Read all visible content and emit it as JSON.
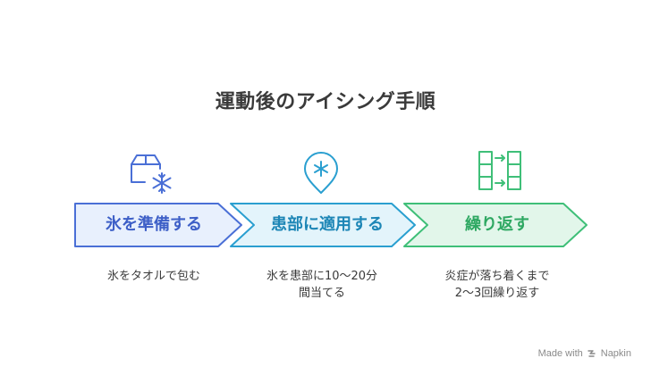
{
  "title": "運動後のアイシング手順",
  "steps": [
    {
      "label": "氷を準備する",
      "description": [
        "氷をタオルで包む"
      ],
      "icon": "ice-box-snowflake-icon",
      "fill": "#e8f0fd",
      "stroke": "#4a6fd6",
      "text_color": "#3d5fc7"
    },
    {
      "label": "患部に適用する",
      "description": [
        "氷を患部に10〜20分",
        "間当てる"
      ],
      "icon": "location-snowflake-icon",
      "fill": "#e3f4fb",
      "stroke": "#2a9fd0",
      "text_color": "#1d86b6"
    },
    {
      "label": "繰り返す",
      "description": [
        "炎症が落ち着くまで",
        "2〜3回繰り返す"
      ],
      "icon": "transfer-grid-icon",
      "fill": "#e2f6ea",
      "stroke": "#3fbf78",
      "text_color": "#2ea862"
    }
  ],
  "watermark": {
    "text_prefix": "Made with",
    "brand": "Napkin",
    "icon": "napkin-logo-icon"
  }
}
